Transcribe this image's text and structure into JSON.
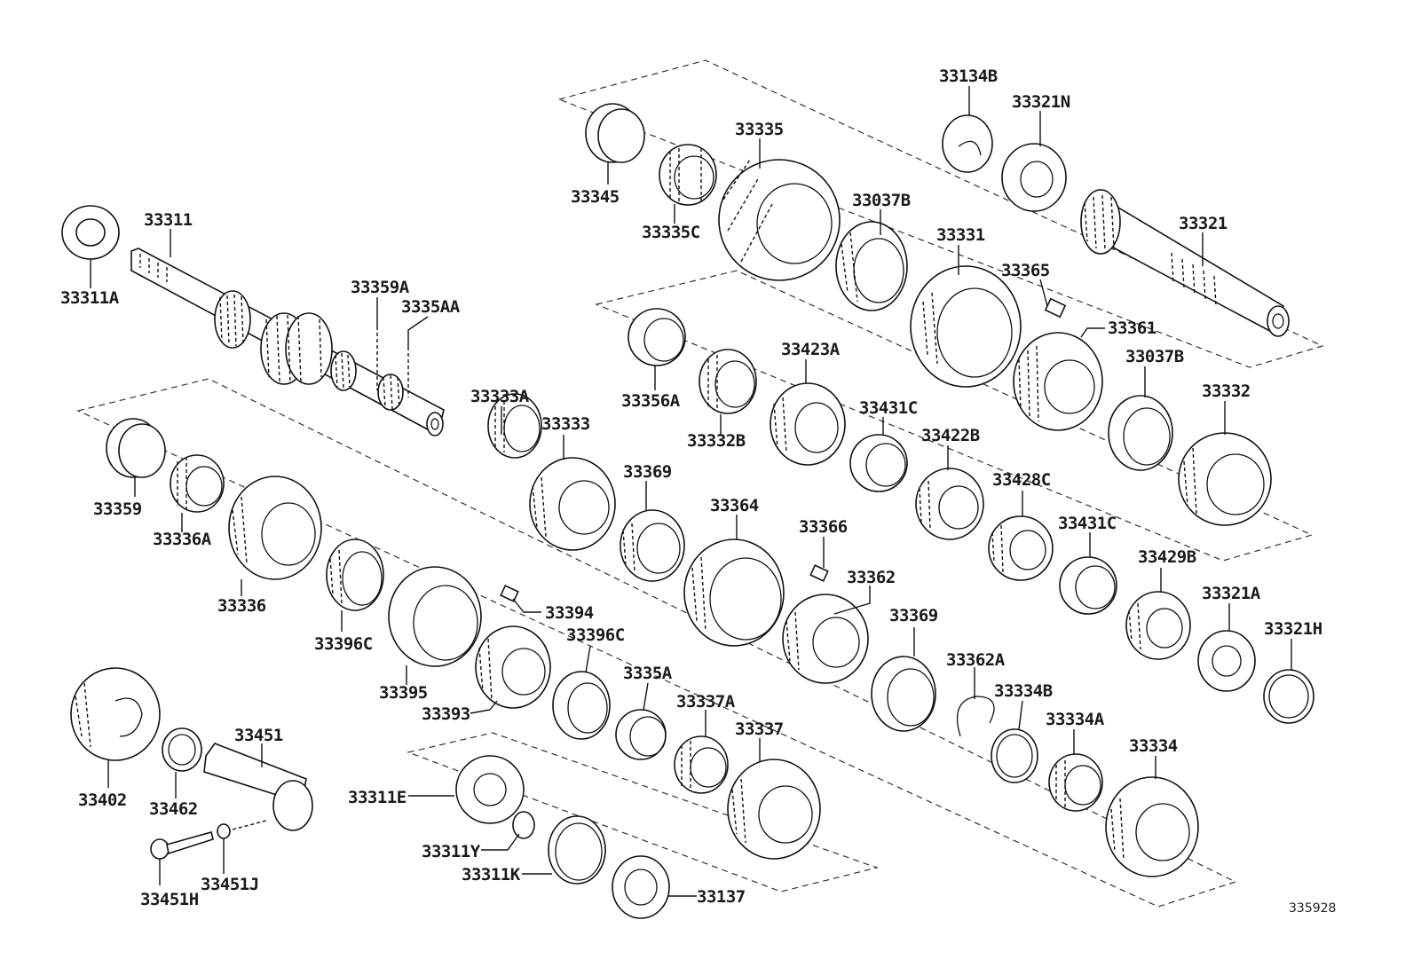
{
  "diagram": {
    "reference_number": "335928",
    "parts": [
      {
        "id": "33311A",
        "label": "33311A"
      },
      {
        "id": "33311",
        "label": "33311"
      },
      {
        "id": "33359A",
        "label": "33359A"
      },
      {
        "id": "3335AA",
        "label": "3335AA"
      },
      {
        "id": "33345",
        "label": "33345"
      },
      {
        "id": "33335C",
        "label": "33335C"
      },
      {
        "id": "33335",
        "label": "33335"
      },
      {
        "id": "33037B-1",
        "label": "33037B"
      },
      {
        "id": "33134B",
        "label": "33134B"
      },
      {
        "id": "33321N",
        "label": "33321N"
      },
      {
        "id": "33321",
        "label": "33321"
      },
      {
        "id": "33331",
        "label": "33331"
      },
      {
        "id": "33365",
        "label": "33365"
      },
      {
        "id": "33361",
        "label": "33361"
      },
      {
        "id": "33037B-2",
        "label": "33037B"
      },
      {
        "id": "33332",
        "label": "33332"
      },
      {
        "id": "33356A",
        "label": "33356A"
      },
      {
        "id": "33332B",
        "label": "33332B"
      },
      {
        "id": "33423A",
        "label": "33423A"
      },
      {
        "id": "33431C-1",
        "label": "33431C"
      },
      {
        "id": "33422B",
        "label": "33422B"
      },
      {
        "id": "33428C",
        "label": "33428C"
      },
      {
        "id": "33431C-2",
        "label": "33431C"
      },
      {
        "id": "33429B",
        "label": "33429B"
      },
      {
        "id": "33321A",
        "label": "33321A"
      },
      {
        "id": "33321H",
        "label": "33321H"
      },
      {
        "id": "33333A",
        "label": "33333A"
      },
      {
        "id": "33333",
        "label": "33333"
      },
      {
        "id": "33369-1",
        "label": "33369"
      },
      {
        "id": "33364",
        "label": "33364"
      },
      {
        "id": "33366",
        "label": "33366"
      },
      {
        "id": "33362",
        "label": "33362"
      },
      {
        "id": "33369-2",
        "label": "33369"
      },
      {
        "id": "33362A",
        "label": "33362A"
      },
      {
        "id": "33334B",
        "label": "33334B"
      },
      {
        "id": "33334A",
        "label": "33334A"
      },
      {
        "id": "33334",
        "label": "33334"
      },
      {
        "id": "33359",
        "label": "33359"
      },
      {
        "id": "33336A",
        "label": "33336A"
      },
      {
        "id": "33336",
        "label": "33336"
      },
      {
        "id": "33396C-1",
        "label": "33396C"
      },
      {
        "id": "33395",
        "label": "33395"
      },
      {
        "id": "33394",
        "label": "33394"
      },
      {
        "id": "33393",
        "label": "33393"
      },
      {
        "id": "33396C-2",
        "label": "33396C"
      },
      {
        "id": "3335A",
        "label": "3335A"
      },
      {
        "id": "33337A",
        "label": "33337A"
      },
      {
        "id": "33337",
        "label": "33337"
      },
      {
        "id": "33402",
        "label": "33402"
      },
      {
        "id": "33462",
        "label": "33462"
      },
      {
        "id": "33451",
        "label": "33451"
      },
      {
        "id": "33451H",
        "label": "33451H"
      },
      {
        "id": "33451J",
        "label": "33451J"
      },
      {
        "id": "33311E",
        "label": "33311E"
      },
      {
        "id": "33311Y",
        "label": "33311Y"
      },
      {
        "id": "33311K",
        "label": "33311K"
      },
      {
        "id": "33137",
        "label": "33137"
      }
    ]
  }
}
